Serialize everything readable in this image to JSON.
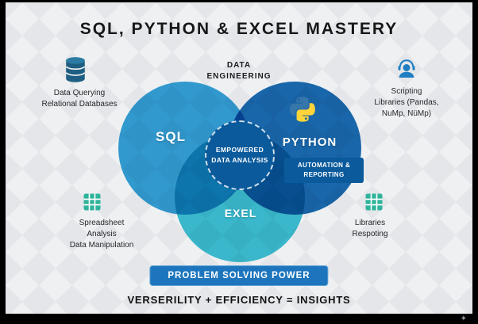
{
  "title": "SQL, PYTHON & EXCEL MASTERY",
  "top_label": {
    "lines": [
      "DATA",
      "ENGINEERING"
    ]
  },
  "callouts": {
    "top_left": {
      "icon": "database",
      "lines": [
        "Data Querying",
        "Relational Databases"
      ]
    },
    "top_right": {
      "icon": "support-person",
      "lines": [
        "Scripting",
        "Libraries (Pandas,",
        "NuMp, NüMp)"
      ]
    },
    "bottom_left": {
      "icon": "spreadsheet",
      "lines": [
        "Spreadsheet",
        "Analysis",
        "Data Manipulation"
      ]
    },
    "bottom_right": {
      "icon": "spreadsheet",
      "lines": [
        "Libraries",
        "Respoting"
      ]
    }
  },
  "venn": {
    "circles": [
      {
        "label": "SQL",
        "color": "#35a3d9"
      },
      {
        "label": "PYTHON",
        "color": "#1a6db3"
      },
      {
        "label": "EXEL",
        "color": "#3ec3d5"
      }
    ],
    "center": {
      "lines": [
        "EMPOWERED",
        "DATA ANALYSIS"
      ],
      "color": "#0a5a9c"
    },
    "python_sub": {
      "lines": [
        "AUTOMATION &",
        "REPORTING"
      ]
    }
  },
  "badge": {
    "label": "PROBLEM SOLVING POWER",
    "color": "#1d76bd"
  },
  "footer": {
    "text": "VERSERILITY + EFFICIENCY = INSIGHTS"
  }
}
